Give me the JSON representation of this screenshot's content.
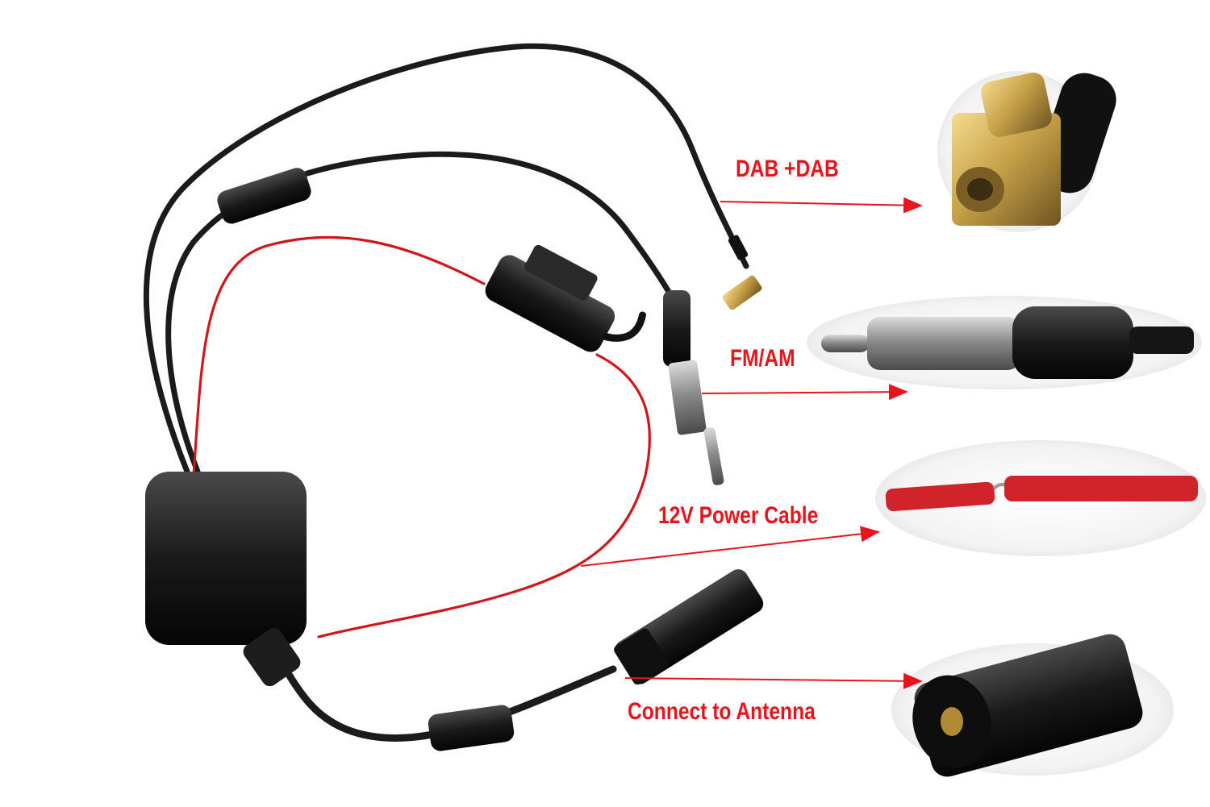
{
  "labels": {
    "dab": "DAB +DAB",
    "fm_am": "FM/AM",
    "power": "12V Power Cable",
    "antenna": "Connect to Antenna"
  },
  "colors": {
    "label_red": "#e8141c",
    "arrow_red": "#e8141c",
    "cable_black": "#1b1b1b",
    "wire_red": "#d0161a",
    "brass": "#c9a24a",
    "chrome": "#9a9a9a",
    "background": "#ffffff"
  }
}
